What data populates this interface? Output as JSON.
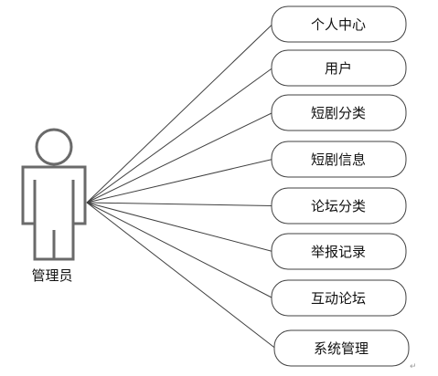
{
  "actor": {
    "label": "管理员"
  },
  "use_cases": [
    {
      "label": "个人中心"
    },
    {
      "label": "用户"
    },
    {
      "label": "短剧分类"
    },
    {
      "label": "短剧信息"
    },
    {
      "label": "论坛分类"
    },
    {
      "label": "举报记录"
    },
    {
      "label": "互动论坛"
    },
    {
      "label": "系统管理"
    }
  ],
  "paragraph_mark": "↵",
  "colors": {
    "stroke": "#404040",
    "text": "#111111",
    "background": "#ffffff"
  }
}
